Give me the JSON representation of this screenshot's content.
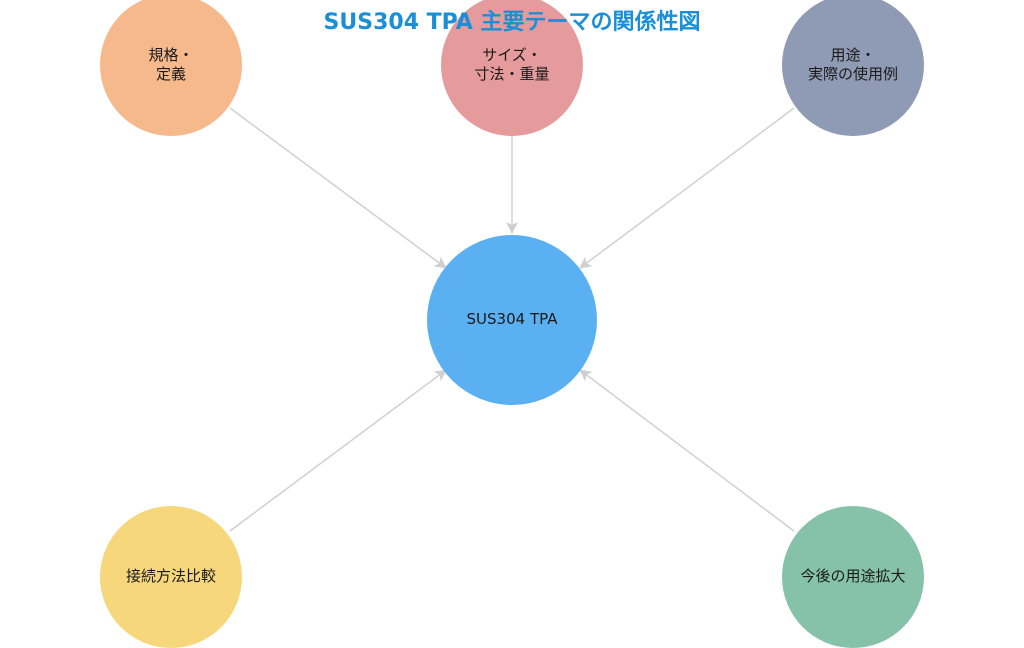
{
  "diagram": {
    "title": "SUS304 TPA 主要テーマの関係性図",
    "center": {
      "label": "SUS304 TPA",
      "color": "#5ab0f0"
    },
    "nodes": [
      {
        "id": "spec",
        "label": "規格・\n定義",
        "color": "#f5b98c"
      },
      {
        "id": "size",
        "label": "サイズ・\n寸法・重量",
        "color": "#e59a9c"
      },
      {
        "id": "use",
        "label": "用途・\n実際の使用例",
        "color": "#8f9ab4"
      },
      {
        "id": "conn",
        "label": "接続方法比較",
        "color": "#f6d77c"
      },
      {
        "id": "future",
        "label": "今後の用途拡大",
        "color": "#86c2aa"
      }
    ],
    "edge_color": "#d0d0d0"
  }
}
